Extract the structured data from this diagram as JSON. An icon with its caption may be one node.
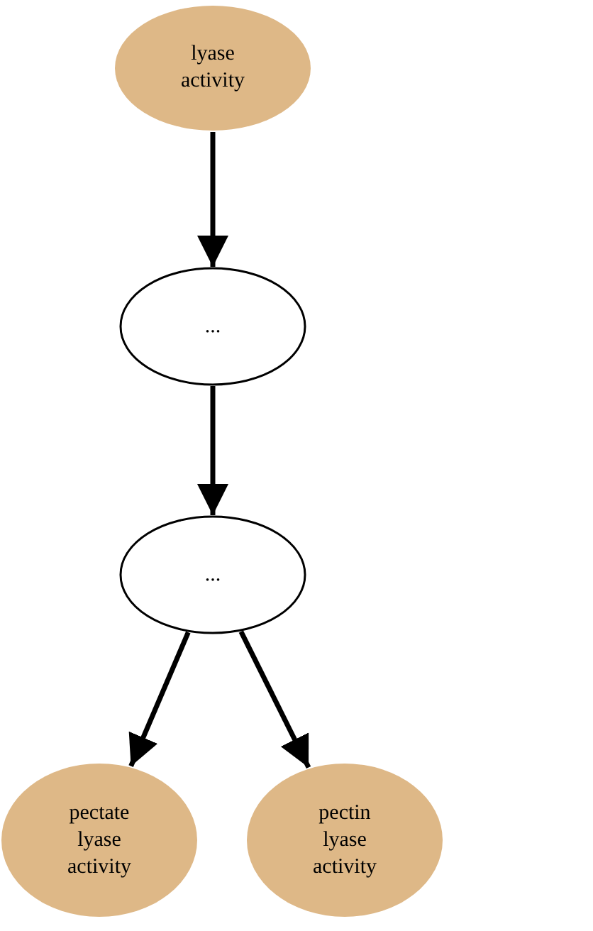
{
  "diagram": {
    "nodes": [
      {
        "text": [
          "lyase activity"
        ]
      },
      {
        "text": [
          "..."
        ]
      },
      {
        "text": [
          "..."
        ]
      },
      {
        "text": [
          "pectate lyase activity"
        ]
      },
      {
        "text": [
          "pectin lyase activity"
        ]
      }
    ],
    "edges": [
      {
        "from": 0,
        "to": 1,
        "arrow": "to"
      },
      {
        "from": 1,
        "to": 2,
        "arrow": "to"
      },
      {
        "from": 2,
        "to": 3,
        "arrow": "to"
      },
      {
        "from": 2,
        "to": 4,
        "arrow": "to"
      }
    ]
  }
}
